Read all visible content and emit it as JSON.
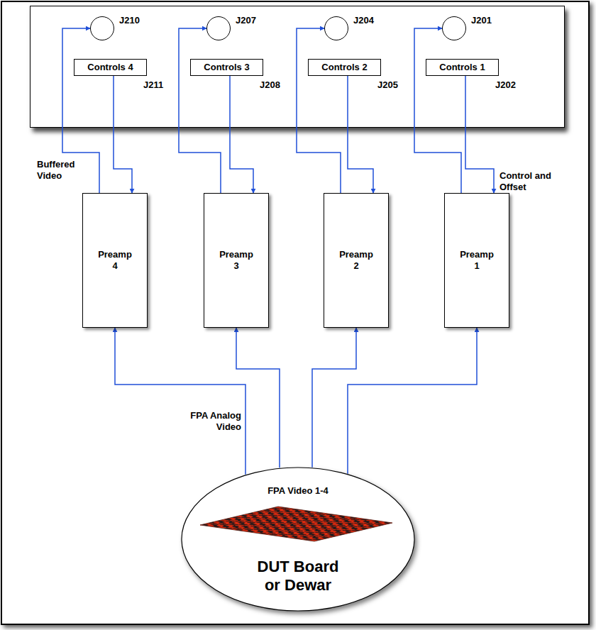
{
  "diagram": {
    "nodes": [
      {
        "text": [
          "J210"
        ]
      },
      {
        "text": [
          "J207"
        ]
      },
      {
        "text": [
          "J204"
        ]
      },
      {
        "text": [
          "J201"
        ]
      },
      {
        "text": [
          "Controls 4",
          "J211"
        ]
      },
      {
        "text": [
          "Controls 3",
          "J208"
        ]
      },
      {
        "text": [
          "Controls 2",
          "J205"
        ]
      },
      {
        "text": [
          "Controls 1",
          "J202"
        ]
      },
      {
        "text": [
          "Preamp 4"
        ]
      },
      {
        "text": [
          "Preamp 3"
        ]
      },
      {
        "text": [
          "Preamp 2"
        ]
      },
      {
        "text": [
          "Preamp 1"
        ]
      },
      {
        "text": [
          "FPA Video 1-4",
          "DUT Board or Dewar"
        ]
      }
    ],
    "edges": [
      {
        "from": 8,
        "to": 0,
        "arrow": "to"
      },
      {
        "from": 9,
        "to": 1,
        "arrow": "to"
      },
      {
        "from": 10,
        "to": 2,
        "arrow": "to"
      },
      {
        "from": 11,
        "to": 3,
        "arrow": "to"
      },
      {
        "from": 4,
        "to": 8,
        "arrow": "to"
      },
      {
        "from": 5,
        "to": 9,
        "arrow": "to"
      },
      {
        "from": 6,
        "to": 10,
        "arrow": "to"
      },
      {
        "from": 7,
        "to": 11,
        "arrow": "to"
      },
      {
        "from": 12,
        "to": 8,
        "arrow": "to"
      },
      {
        "from": 12,
        "to": 9,
        "arrow": "to"
      },
      {
        "from": 12,
        "to": 10,
        "arrow": "to"
      },
      {
        "from": 12,
        "to": 11,
        "arrow": "to"
      }
    ],
    "labels": [
      "Buffered Video",
      "Control and Offset",
      "FPA Analog Video"
    ]
  }
}
